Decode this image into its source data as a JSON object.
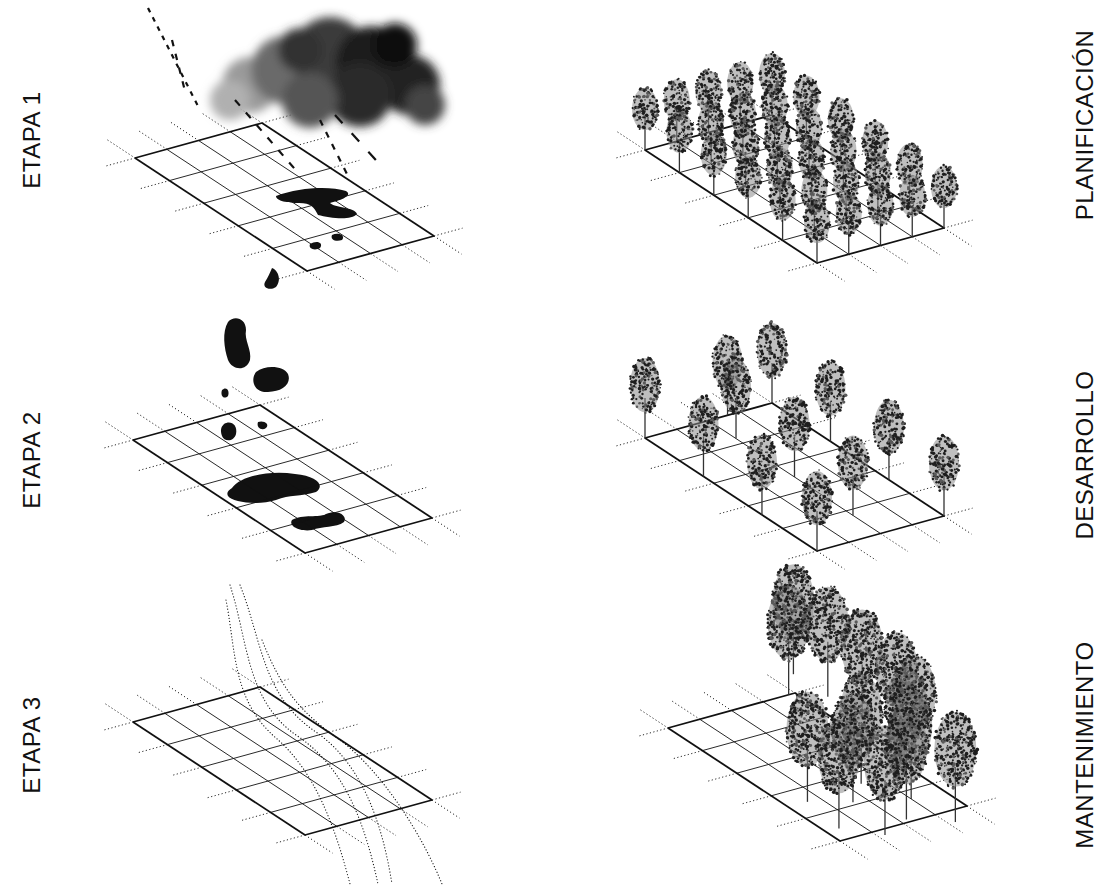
{
  "diagram": {
    "labels": [
      "ETAPA 1",
      "PLANIFICACIÓN",
      "ETAPA 2",
      "DESARROLLO",
      "ETAPA 3",
      "MANTENIMIENTO"
    ]
  }
}
